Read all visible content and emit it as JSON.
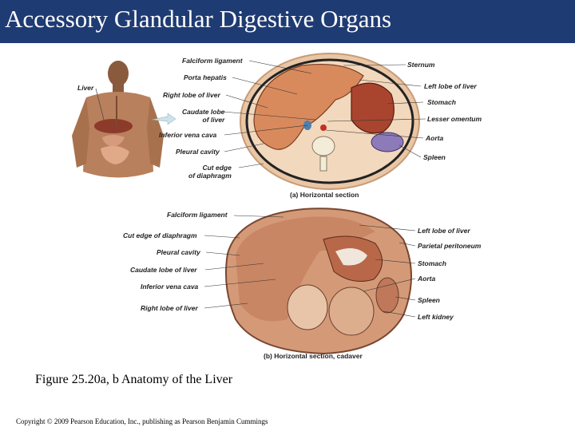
{
  "header": {
    "title": "Accessory Glandular Digestive Organs"
  },
  "figure": {
    "panel_a": {
      "body_label": "Liver",
      "left_labels": [
        "Falciform ligament",
        "Porta hepatis",
        "Right lobe of liver",
        "Caudate lobe\nof liver",
        "Inferior vena cava",
        "Pleural cavity",
        "Cut edge\nof diaphragm"
      ],
      "right_labels": [
        "Sternum",
        "Left lobe of liver",
        "Stomach",
        "Lesser omentum",
        "Aorta",
        "Spleen"
      ],
      "subcaption": "(a) Horizontal section"
    },
    "panel_b": {
      "left_labels": [
        "Falciform ligament",
        "Cut edge of diaphragm",
        "Pleural cavity",
        "Caudate lobe of liver",
        "Inferior vena cava",
        "Right lobe of liver"
      ],
      "right_labels": [
        "Left lobe of liver",
        "Parietal peritoneum",
        "Stomach",
        "Aorta",
        "Spleen",
        "Left kidney"
      ],
      "subcaption": "(b) Horizontal section, cadaver"
    },
    "colors": {
      "title_bar": "#1f3b73",
      "liver": "#b5542f",
      "stomach": "#a9452f",
      "spleen": "#8c7bb8",
      "tissue": "#e9c6a5"
    }
  },
  "caption": "Figure 25.20a, b Anatomy of the Liver",
  "footer": {
    "copyright": "Copyright © 2009 Pearson Education, Inc., publishing as Pearson Benjamin Cummings"
  }
}
